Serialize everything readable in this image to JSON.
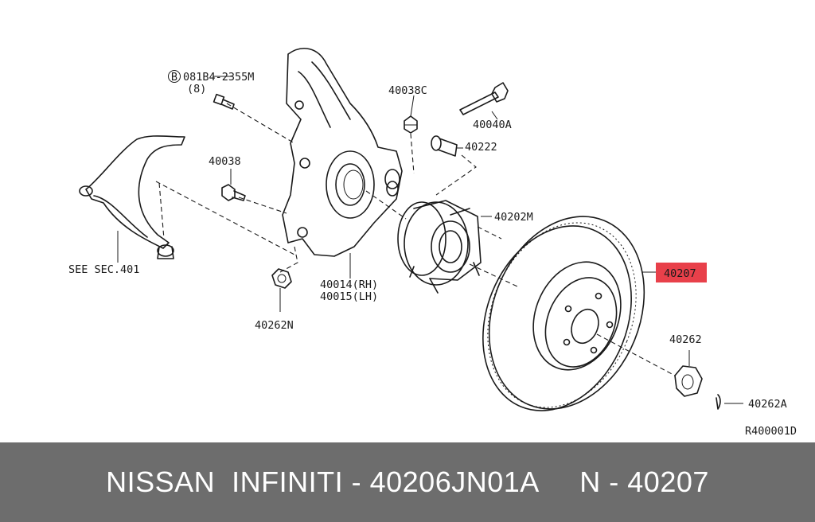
{
  "diagram": {
    "labels": {
      "bolt_spec": "081B4-2355M",
      "bolt_qty": "(8)",
      "bolt_circle_mark": "B",
      "p40038c": "40038C",
      "p40040a": "40040A",
      "p40222": "40222",
      "p40038": "40038",
      "p40202m": "40202M",
      "p40207": "40207",
      "see_sec": "SEE SEC.401",
      "p40014": "40014(RH)",
      "p40015": "40015(LH)",
      "p40262n": "40262N",
      "p40262": "40262",
      "p40262a": "40262A",
      "ref_code": "R400001D"
    },
    "highlight_color": "#e8404a"
  },
  "banner": {
    "text": "NISSAN  INFINITI - 40206JN01A     N - 40207",
    "background": "#6d6d6d"
  }
}
